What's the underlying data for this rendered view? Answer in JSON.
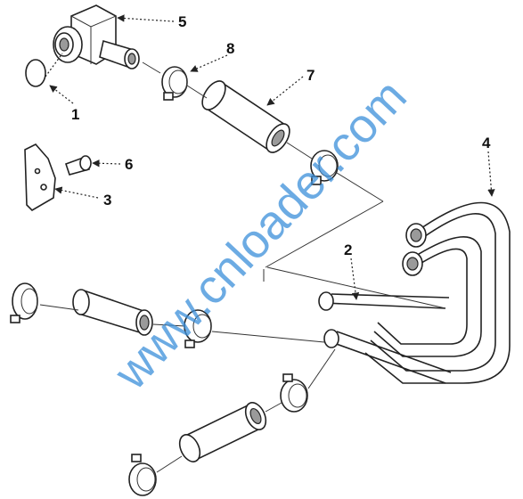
{
  "callouts": {
    "c1": "1",
    "c2": "2",
    "c3": "3",
    "c4": "4",
    "c5": "5",
    "c6": "6",
    "c7": "7",
    "c8": "8"
  },
  "watermark": "www.cnloader.com",
  "colors": {
    "ink": "#222222",
    "watermark": "#3b8fd9",
    "background": "#ffffff"
  }
}
